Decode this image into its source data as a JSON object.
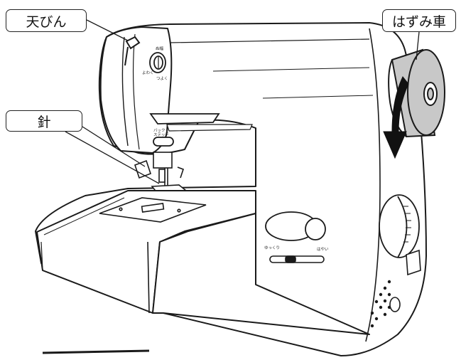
{
  "labels": {
    "thread_take_up": "天びん",
    "needle": "針",
    "handwheel": "はずみ車"
  },
  "speed_slider": {
    "slow": "ゆっくり",
    "fast": "はやい"
  },
  "stitch_dial": {
    "top": "ぬ幅",
    "left": "よわく",
    "right": "つよく"
  },
  "reverse_lever": {
    "line1": "バック",
    "line2": "ステッチ"
  },
  "colors": {
    "outline": "#1a1a1a",
    "wheel_fill": "#c8c8c8",
    "body_fill": "#ffffff",
    "arrow": "#111111"
  },
  "icons": [
    "rotation-direction-arrow-icon"
  ]
}
